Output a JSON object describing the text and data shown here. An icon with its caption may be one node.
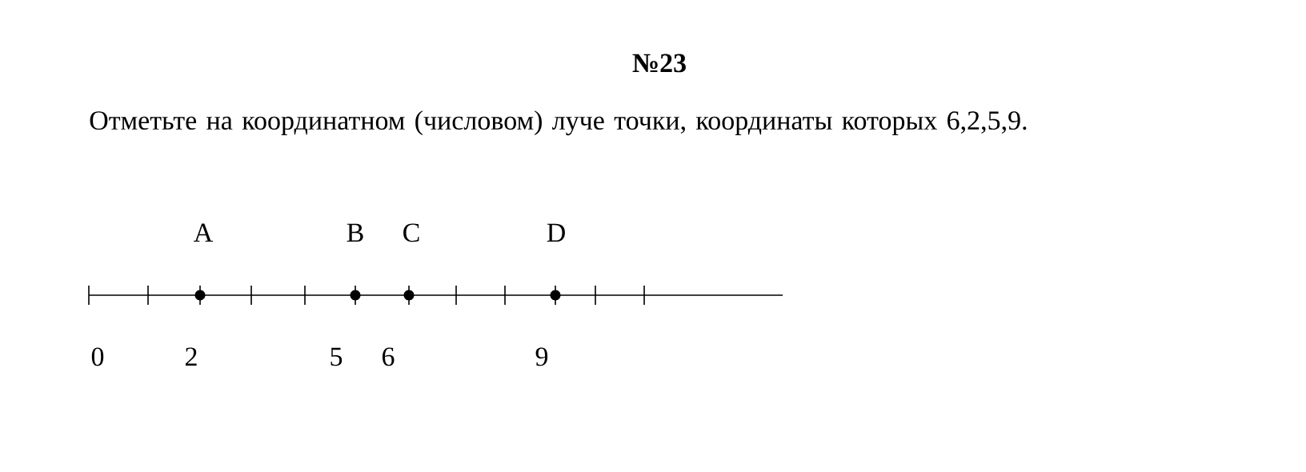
{
  "diagram": {
    "title": "№23",
    "nodes": [
      {
        "text": [
          "A"
        ],
        "beside": [
          "2"
        ]
      },
      {
        "text": [
          "B"
        ],
        "beside": [
          "5"
        ]
      },
      {
        "text": [
          "C"
        ],
        "beside": [
          "6"
        ]
      },
      {
        "text": [
          "D"
        ],
        "beside": [
          "9"
        ]
      }
    ],
    "labels": [
      "Отметьте на координатном (числовом) луче точки, координаты которых 6,2,5,9.",
      "0"
    ]
  }
}
